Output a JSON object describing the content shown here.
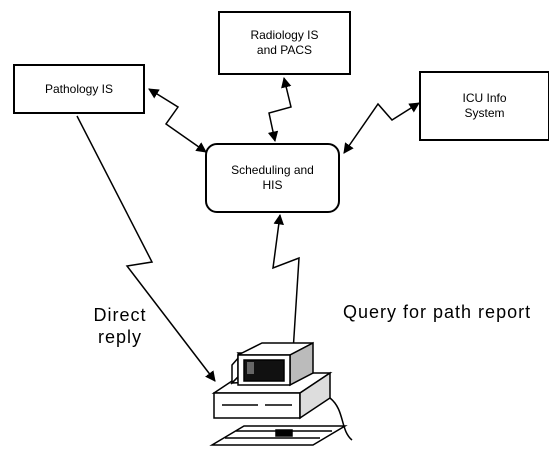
{
  "nodes": {
    "pathology": "Pathology IS",
    "radiology": [
      "Radiology IS",
      "and PACS"
    ],
    "icu": [
      "ICU Info",
      "System"
    ],
    "his": [
      "Scheduling and",
      "HIS"
    ]
  },
  "labels": {
    "direct_reply": [
      "Direct",
      "reply"
    ],
    "query": "Query for path report"
  }
}
